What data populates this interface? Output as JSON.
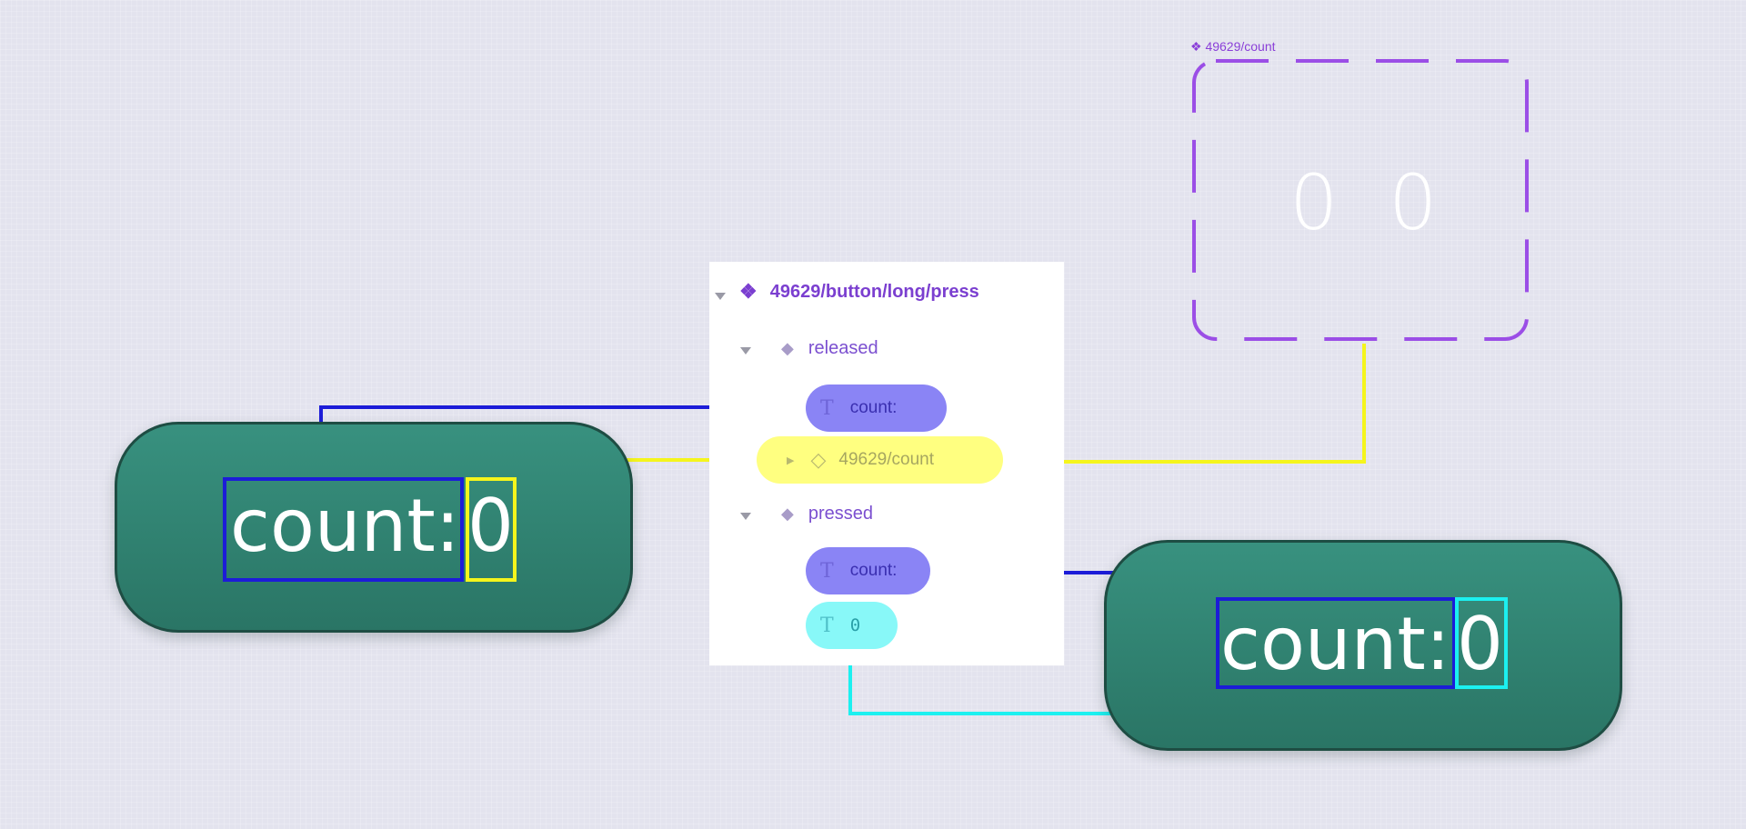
{
  "component_label": "❖ 49629/count",
  "component_frame": {
    "digit_left": "0",
    "digit_right": "0"
  },
  "released_button": {
    "label": "count:",
    "value": "0"
  },
  "pressed_button": {
    "label": "count:",
    "value": "0"
  },
  "layers": {
    "root": "49629/button/long/press",
    "variants": [
      {
        "name": "released"
      },
      {
        "name": "pressed"
      }
    ],
    "released_children": [
      {
        "icon": "T",
        "name": "count:"
      },
      {
        "icon": "◇",
        "name": "49629/count"
      }
    ],
    "pressed_children": [
      {
        "icon": "T",
        "name": "count:"
      },
      {
        "icon": "T",
        "name": "0"
      }
    ]
  },
  "colors": {
    "background": "#e3e3ee",
    "button_green": "#2f8272",
    "wire_blue": "#1c1cd8",
    "wire_yellow": "#f5f51c",
    "wire_cyan": "#1cf0f0",
    "component_purple": "#9b4ee6",
    "pill_purple": "#8a84f5",
    "pill_yellow": "#ffff80",
    "pill_cyan": "#88f8f8"
  }
}
